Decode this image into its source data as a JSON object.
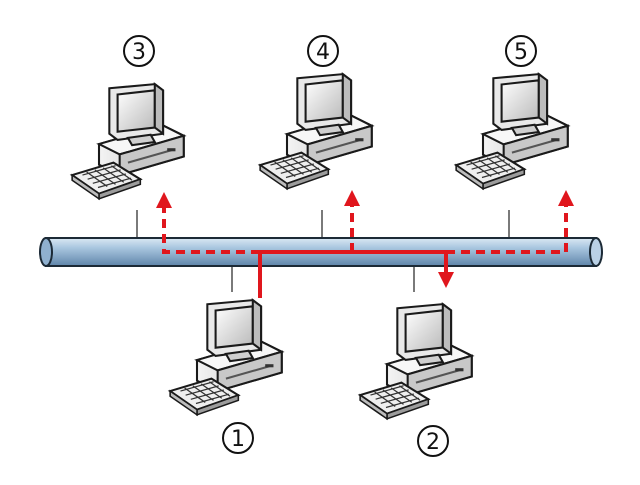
{
  "diagram": {
    "colors": {
      "bus_fill_top": "#c9dcec",
      "bus_fill_mid": "#9bbcd9",
      "bus_fill_bot": "#6f93b6",
      "bus_outline": "#1c2a36",
      "signal": "#e0161d",
      "drop_line": "#333333"
    },
    "computers": [
      {
        "id": "pc-1",
        "label": "1",
        "icon": "desktop-computer-icon",
        "role": "sender"
      },
      {
        "id": "pc-2",
        "label": "2",
        "icon": "desktop-computer-icon",
        "role": "receiver"
      },
      {
        "id": "pc-3",
        "label": "3",
        "icon": "desktop-computer-icon",
        "role": "ignores"
      },
      {
        "id": "pc-4",
        "label": "4",
        "icon": "desktop-computer-icon",
        "role": "ignores"
      },
      {
        "id": "pc-5",
        "label": "5",
        "icon": "desktop-computer-icon",
        "role": "ignores"
      }
    ]
  }
}
